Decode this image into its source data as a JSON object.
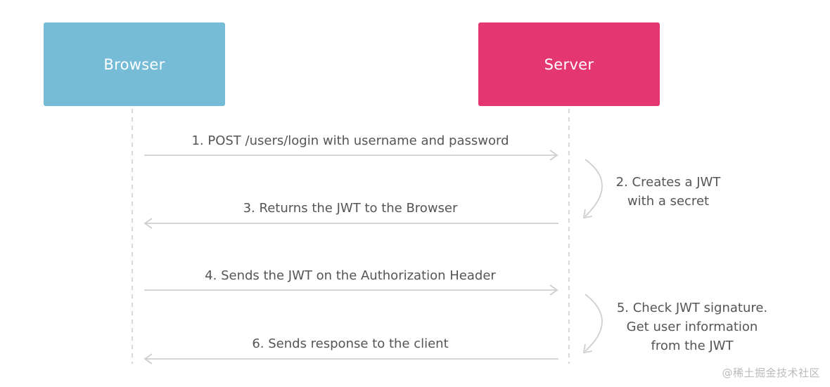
{
  "actors": {
    "browser": {
      "label": "Browser",
      "color": "#76bcd6"
    },
    "server": {
      "label": "Server",
      "color": "#e43670"
    }
  },
  "messages": [
    {
      "label": "1. POST /users/login with username and password",
      "direction": "to-server"
    },
    {
      "label": "3. Returns the JWT to the Browser",
      "direction": "to-browser"
    },
    {
      "label": "4. Sends the JWT on the Authorization Header",
      "direction": "to-server"
    },
    {
      "label": "6. Sends response to the client",
      "direction": "to-browser"
    }
  ],
  "notes": [
    {
      "lines": [
        "2. Creates a JWT",
        "with a secret"
      ]
    },
    {
      "lines": [
        "5. Check JWT signature.",
        "Get user information",
        "from the JWT"
      ]
    }
  ],
  "colors": {
    "line": "#cfcfcf",
    "text": "#555555"
  },
  "watermark": "@稀土掘金技术社区"
}
